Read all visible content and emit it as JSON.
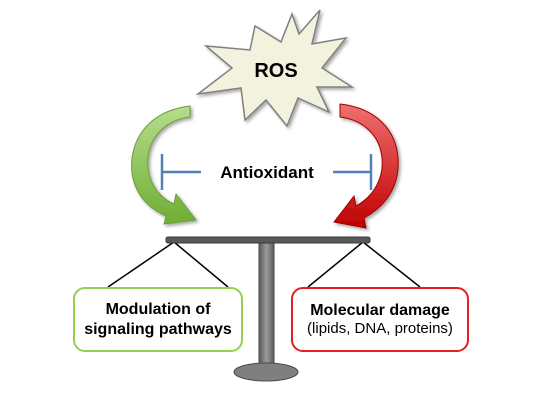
{
  "diagram": {
    "center_label": "ROS",
    "inhibitor_label": "Antioxidant",
    "left_outcome": {
      "line1": "Modulation of",
      "line2": "signaling pathways"
    },
    "right_outcome": {
      "line1": "Molecular damage",
      "line2": "(lipids, DNA, proteins)"
    }
  },
  "colors": {
    "left": "#92d050",
    "right": "#e31e24",
    "inhibitor": "#4f81bd",
    "stand": "#7f7f7f"
  }
}
